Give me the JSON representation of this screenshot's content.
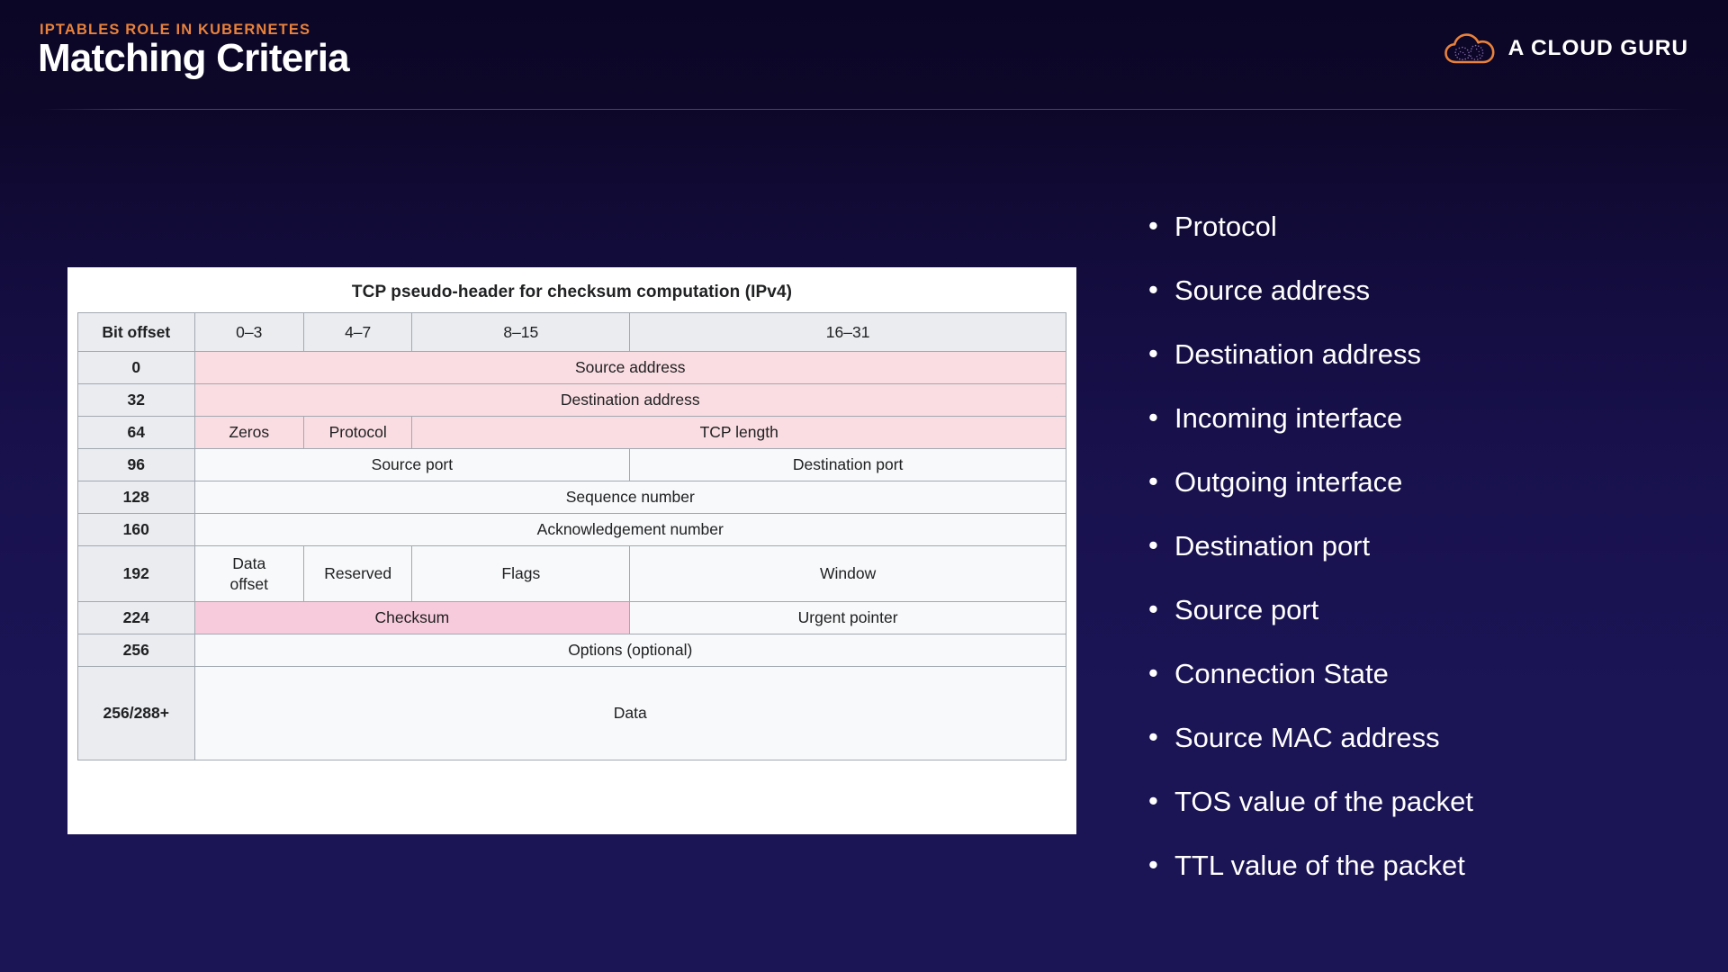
{
  "header": {
    "eyebrow": "IPTABLES ROLE IN KUBERNETES",
    "title": "Matching Criteria",
    "brand_name": "A CLOUD GURU",
    "accent_color": "#e8823c",
    "title_color": "#ffffff"
  },
  "background": {
    "top_color": "#0c0626",
    "bottom_color": "#1b1455"
  },
  "table": {
    "caption": "TCP pseudo-header for checksum computation (IPv4)",
    "column_headers": [
      "Bit offset",
      "0–3",
      "4–7",
      "8–15",
      "16–31"
    ],
    "colors": {
      "header_bg": "#eaecf0",
      "plain_bg": "#f8f9fa",
      "pink_bg": "#fadde2",
      "pink_dark_bg": "#f8cbdc",
      "border": "#a2a9b1",
      "card_bg": "#ffffff"
    },
    "rows": [
      {
        "offset": "0",
        "cells": [
          {
            "text": "Source address",
            "span": 4,
            "fill": "pink"
          }
        ]
      },
      {
        "offset": "32",
        "cells": [
          {
            "text": "Destination address",
            "span": 4,
            "fill": "pink"
          }
        ]
      },
      {
        "offset": "64",
        "cells": [
          {
            "text": "Zeros",
            "span": 1,
            "fill": "pink"
          },
          {
            "text": "Protocol",
            "span": 1,
            "fill": "pink"
          },
          {
            "text": "TCP length",
            "span": 2,
            "fill": "pink"
          }
        ]
      },
      {
        "offset": "96",
        "cells": [
          {
            "text": "Source port",
            "span": 3,
            "fill": "plain"
          },
          {
            "text": "Destination port",
            "span": 1,
            "fill": "plain"
          }
        ]
      },
      {
        "offset": "128",
        "cells": [
          {
            "text": "Sequence number",
            "span": 4,
            "fill": "plain"
          }
        ]
      },
      {
        "offset": "160",
        "cells": [
          {
            "text": "Acknowledgement number",
            "span": 4,
            "fill": "plain"
          }
        ]
      },
      {
        "offset": "192",
        "cells": [
          {
            "text": "Data offset",
            "span": 1,
            "fill": "plain"
          },
          {
            "text": "Reserved",
            "span": 1,
            "fill": "plain"
          },
          {
            "text": "Flags",
            "span": 1,
            "fill": "plain"
          },
          {
            "text": "Window",
            "span": 1,
            "fill": "plain"
          }
        ]
      },
      {
        "offset": "224",
        "cells": [
          {
            "text": "Checksum",
            "span": 3,
            "fill": "pink-dark"
          },
          {
            "text": "Urgent pointer",
            "span": 1,
            "fill": "plain"
          }
        ]
      },
      {
        "offset": "256",
        "cells": [
          {
            "text": "Options (optional)",
            "span": 4,
            "fill": "plain"
          }
        ]
      },
      {
        "offset": "256/288+",
        "cells": [
          {
            "text": "Data",
            "span": 4,
            "fill": "plain"
          }
        ]
      }
    ]
  },
  "criteria": {
    "items": [
      "Protocol",
      "Source address",
      "Destination address",
      "Incoming interface",
      "Outgoing interface",
      "Destination port",
      "Source port",
      "Connection State",
      "Source MAC address",
      "TOS value of the packet",
      "TTL value of the packet"
    ]
  }
}
